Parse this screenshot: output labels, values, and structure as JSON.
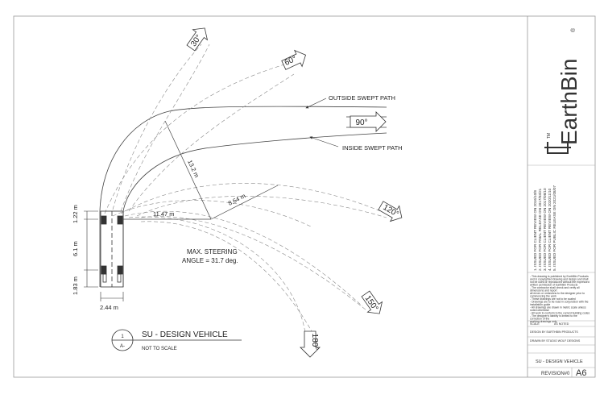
{
  "title_block": {
    "brand": "EarthBin",
    "brand_marks": [
      "®",
      "TM"
    ],
    "revisions": [
      "1. ISSUED FOR CLIENT REVIEW ON 2016/10/8",
      "2. ISSUED FOR FINAL RELEASE ON 2017/03/21",
      "3. ISSUED FOR CLIENT REVIEW ON 2017/08/10",
      "4. ISSUED FOR CLIENT REVIEW ON 2020/11/10",
      "5. ISSUED FOR PUBLIC RELEASE ON 2021/08/07"
    ],
    "notes": [
      "- This drawing is published by EarthBin Products",
      "and is copyrighted drawing and design and shall",
      "not be used or reproduced without the expressed",
      "written permission of EarthBin Products",
      "- The contractor shall check and verify all",
      "dimensions and report",
      "all errors or omissions to the designer prior to",
      "commencing the work",
      "- These drawings are not to be scaled",
      "- Drawings are to be read in conjunction with the",
      "installation guide",
      "- All drawings are drawn in metric scale unless",
      "noted otherwise",
      "- All work to conform to the current building codes",
      "- The designer's liability is limited to the",
      "correction of the",
      "working drawings only"
    ],
    "scale_label": "SCALE",
    "scale_value": "AS NOTED",
    "design_by": "DESIGN BY EARTHBIN PRODUCTS",
    "drawn_by": "DRAWN BY STUDIO WOLF DESIGNS",
    "sheet_title": "SU - DESIGN VEHICLE",
    "revision": "REVISION#0",
    "sheet_number": "A6"
  },
  "drawing": {
    "labels": {
      "outside_path": "OUTSIDE SWEPT PATH",
      "inside_path": "INSIDE SWEPT PATH",
      "max_steering_1": "MAX. STEERING",
      "max_steering_2": "ANGLE = 31.7 deg."
    },
    "angles": [
      "30°",
      "60°",
      "90°",
      "120°",
      "150°",
      "180°"
    ],
    "dimensions": {
      "outer_radius": "13.2 m",
      "inner_radius": "8.64 m",
      "offset": "11.47 m",
      "front_overhang": "1.22 m",
      "wheelbase": "6.1 m",
      "rear_overhang": "1.83 m",
      "width": "2.44 m"
    },
    "callout_number": "1",
    "callout_sheet": "A-",
    "callout_title": "SU - DESIGN VEHICLE",
    "callout_subtitle": "NOT TO SCALE"
  }
}
